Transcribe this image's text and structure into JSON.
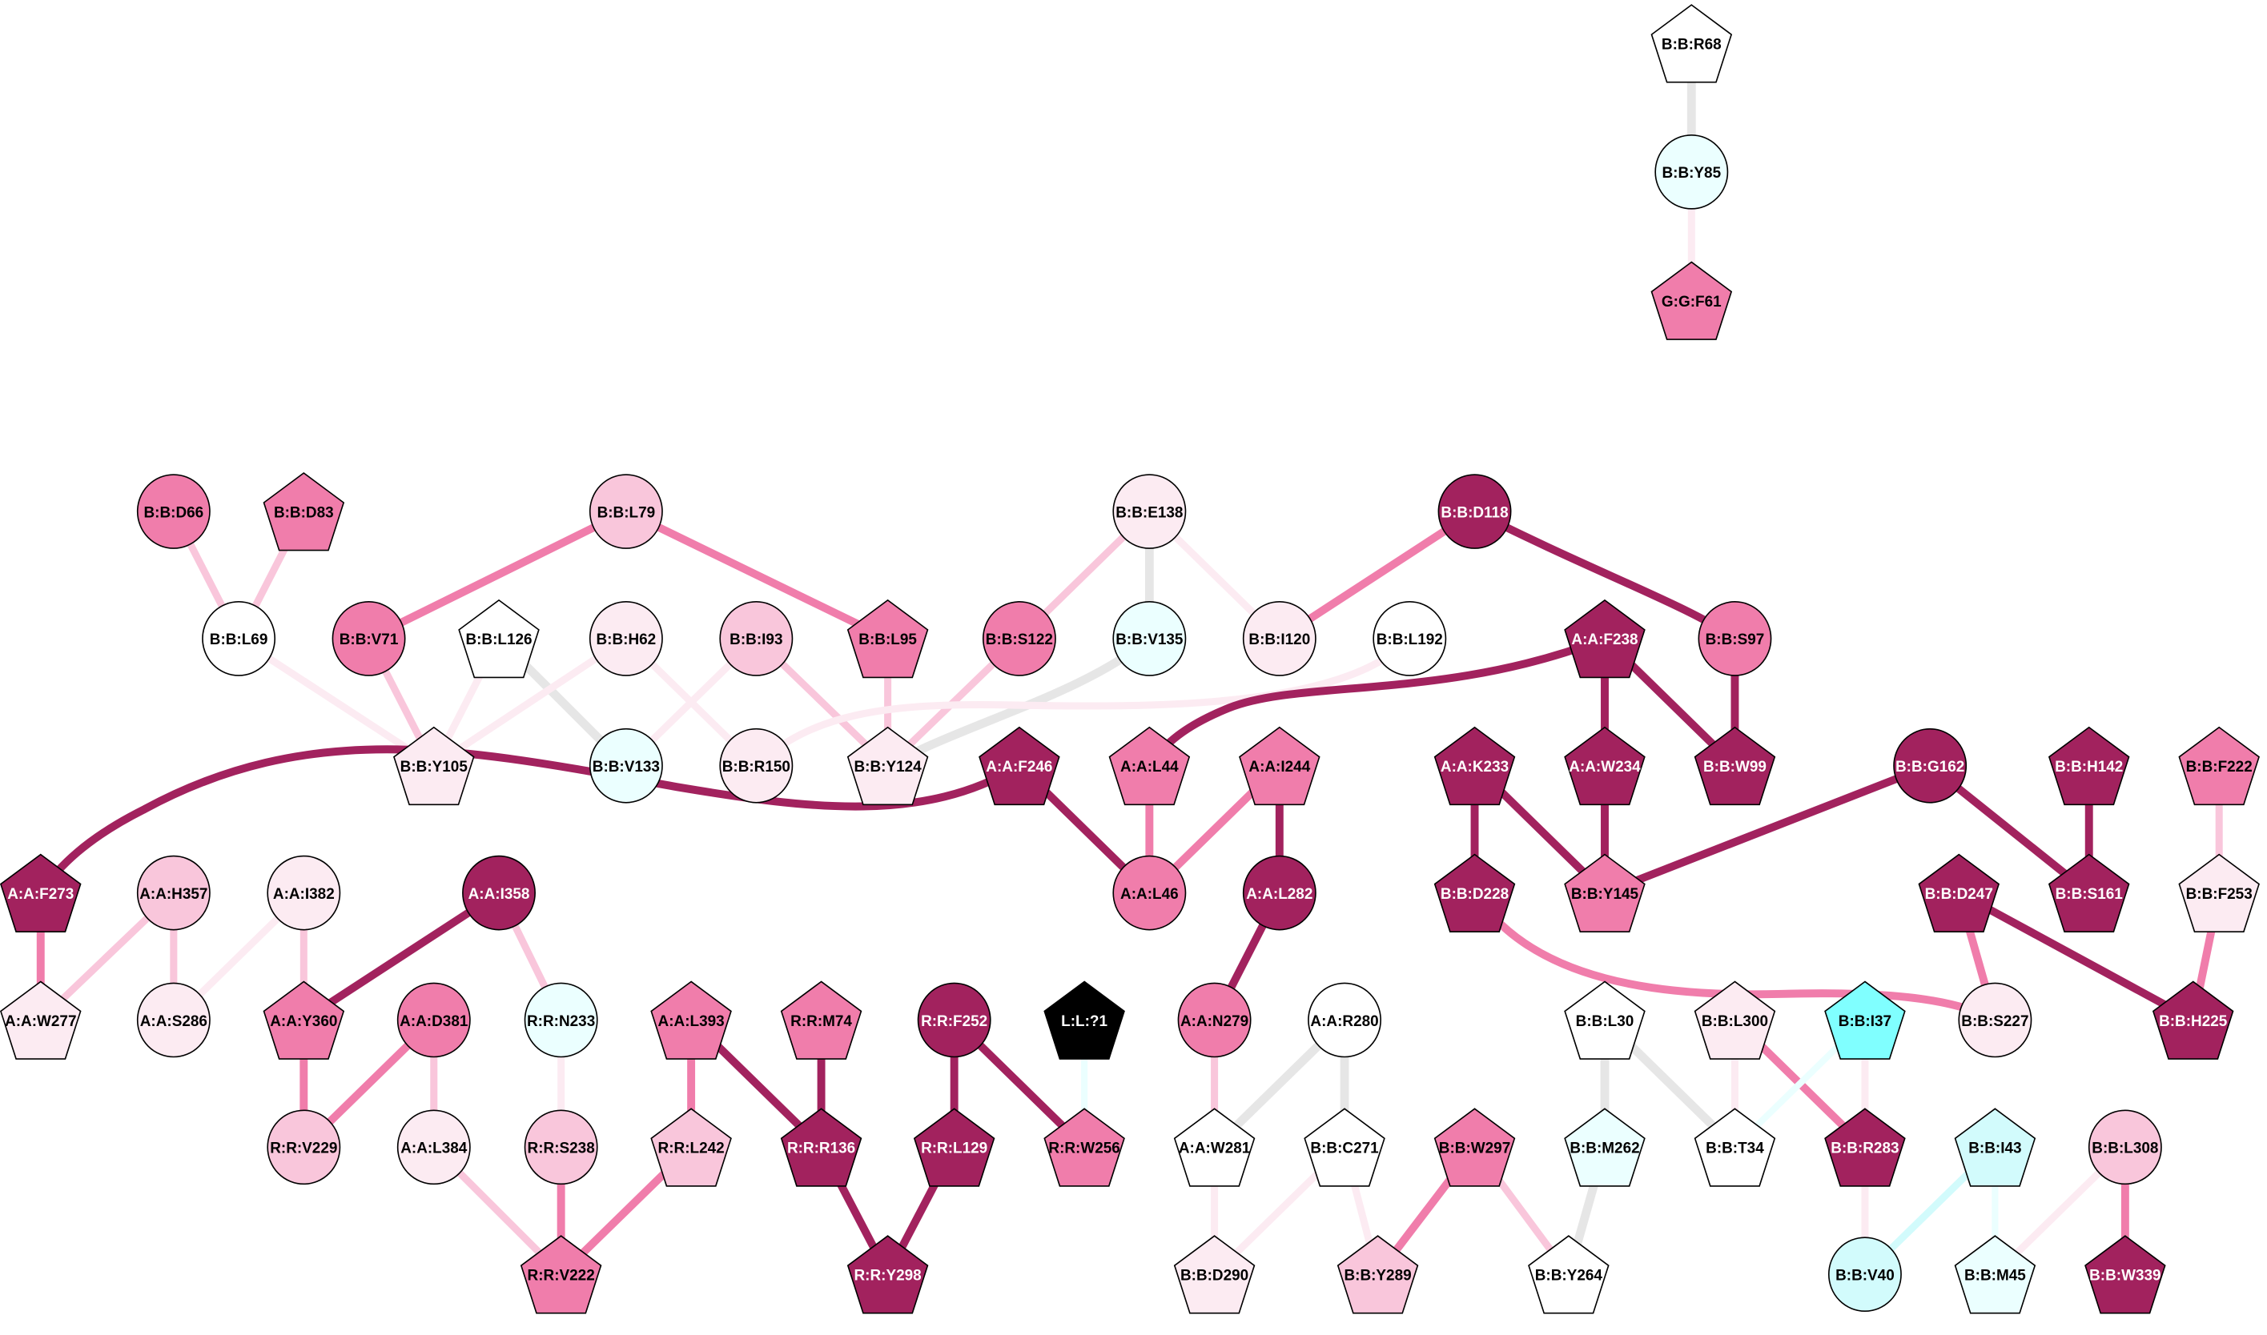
{
  "palette": {
    "dark": "#A2225E",
    "mid": "#F07DAB",
    "light": "#F9C6DB",
    "vlight": "#FCEBF2",
    "white": "#FFFFFF",
    "cyanlight": "#EBFFFF",
    "cyan2": "#D2FBFC",
    "cyan": "#80FFFF",
    "black": "#000000",
    "grey": "#E6E6E6"
  },
  "nodes": [
    {
      "id": "B:B:R68",
      "shape": "pentagon",
      "color": "white"
    },
    {
      "id": "B:B:Y85",
      "shape": "circle",
      "color": "cyanlight"
    },
    {
      "id": "G:G:F61",
      "shape": "pentagon",
      "color": "mid"
    },
    {
      "id": "B:B:D66",
      "shape": "circle",
      "color": "mid"
    },
    {
      "id": "B:B:D83",
      "shape": "pentagon",
      "color": "mid"
    },
    {
      "id": "B:B:L79",
      "shape": "circle",
      "color": "light"
    },
    {
      "id": "B:B:E138",
      "shape": "circle",
      "color": "vlight"
    },
    {
      "id": "B:B:D118",
      "shape": "circle",
      "color": "dark"
    },
    {
      "id": "B:B:L69",
      "shape": "circle",
      "color": "white"
    },
    {
      "id": "B:B:V71",
      "shape": "circle",
      "color": "mid"
    },
    {
      "id": "B:B:L126",
      "shape": "pentagon",
      "color": "white"
    },
    {
      "id": "B:B:H62",
      "shape": "circle",
      "color": "vlight"
    },
    {
      "id": "B:B:I93",
      "shape": "circle",
      "color": "light"
    },
    {
      "id": "B:B:L95",
      "shape": "pentagon",
      "color": "mid"
    },
    {
      "id": "B:B:S122",
      "shape": "circle",
      "color": "mid"
    },
    {
      "id": "B:B:V135",
      "shape": "circle",
      "color": "cyanlight"
    },
    {
      "id": "B:B:I120",
      "shape": "circle",
      "color": "vlight"
    },
    {
      "id": "B:B:L192",
      "shape": "circle",
      "color": "white"
    },
    {
      "id": "A:A:F238",
      "shape": "pentagon",
      "color": "dark"
    },
    {
      "id": "B:B:S97",
      "shape": "circle",
      "color": "mid"
    },
    {
      "id": "B:B:Y105",
      "shape": "pentagon",
      "color": "vlight"
    },
    {
      "id": "B:B:V133",
      "shape": "circle",
      "color": "cyanlight"
    },
    {
      "id": "B:B:R150",
      "shape": "circle",
      "color": "vlight"
    },
    {
      "id": "B:B:Y124",
      "shape": "pentagon",
      "color": "vlight"
    },
    {
      "id": "A:A:F246",
      "shape": "pentagon",
      "color": "dark"
    },
    {
      "id": "A:A:L44",
      "shape": "pentagon",
      "color": "mid"
    },
    {
      "id": "A:A:I244",
      "shape": "pentagon",
      "color": "mid"
    },
    {
      "id": "A:A:K233",
      "shape": "pentagon",
      "color": "dark"
    },
    {
      "id": "A:A:W234",
      "shape": "pentagon",
      "color": "dark"
    },
    {
      "id": "B:B:W99",
      "shape": "pentagon",
      "color": "dark"
    },
    {
      "id": "B:B:G162",
      "shape": "circle",
      "color": "dark"
    },
    {
      "id": "B:B:H142",
      "shape": "pentagon",
      "color": "dark"
    },
    {
      "id": "B:B:F222",
      "shape": "pentagon",
      "color": "mid"
    },
    {
      "id": "A:A:F273",
      "shape": "pentagon",
      "color": "dark"
    },
    {
      "id": "A:A:H357",
      "shape": "circle",
      "color": "light"
    },
    {
      "id": "A:A:I382",
      "shape": "circle",
      "color": "vlight"
    },
    {
      "id": "A:A:I358",
      "shape": "circle",
      "color": "dark"
    },
    {
      "id": "A:A:L46",
      "shape": "circle",
      "color": "mid"
    },
    {
      "id": "A:A:L282",
      "shape": "circle",
      "color": "dark"
    },
    {
      "id": "B:B:D228",
      "shape": "pentagon",
      "color": "dark"
    },
    {
      "id": "B:B:Y145",
      "shape": "pentagon",
      "color": "mid"
    },
    {
      "id": "B:B:D247",
      "shape": "pentagon",
      "color": "dark"
    },
    {
      "id": "B:B:S161",
      "shape": "pentagon",
      "color": "dark"
    },
    {
      "id": "B:B:F253",
      "shape": "pentagon",
      "color": "vlight"
    },
    {
      "id": "A:A:W277",
      "shape": "pentagon",
      "color": "vlight"
    },
    {
      "id": "A:A:S286",
      "shape": "circle",
      "color": "vlight"
    },
    {
      "id": "A:A:Y360",
      "shape": "pentagon",
      "color": "mid"
    },
    {
      "id": "A:A:D381",
      "shape": "circle",
      "color": "mid"
    },
    {
      "id": "R:R:N233",
      "shape": "circle",
      "color": "cyanlight"
    },
    {
      "id": "A:A:L393",
      "shape": "pentagon",
      "color": "mid"
    },
    {
      "id": "R:R:M74",
      "shape": "pentagon",
      "color": "mid"
    },
    {
      "id": "R:R:F252",
      "shape": "circle",
      "color": "dark"
    },
    {
      "id": "L:L:?1",
      "shape": "pentagon",
      "color": "black"
    },
    {
      "id": "A:A:N279",
      "shape": "circle",
      "color": "mid"
    },
    {
      "id": "A:A:R280",
      "shape": "circle",
      "color": "white"
    },
    {
      "id": "B:B:L30",
      "shape": "pentagon",
      "color": "white"
    },
    {
      "id": "B:B:L300",
      "shape": "pentagon",
      "color": "vlight"
    },
    {
      "id": "B:B:I37",
      "shape": "pentagon",
      "color": "cyan"
    },
    {
      "id": "B:B:S227",
      "shape": "circle",
      "color": "vlight"
    },
    {
      "id": "B:B:H225",
      "shape": "pentagon",
      "color": "dark"
    },
    {
      "id": "R:R:V229",
      "shape": "circle",
      "color": "light"
    },
    {
      "id": "A:A:L384",
      "shape": "circle",
      "color": "vlight"
    },
    {
      "id": "R:R:S238",
      "shape": "circle",
      "color": "light"
    },
    {
      "id": "R:R:L242",
      "shape": "pentagon",
      "color": "light"
    },
    {
      "id": "R:R:R136",
      "shape": "pentagon",
      "color": "dark"
    },
    {
      "id": "R:R:L129",
      "shape": "pentagon",
      "color": "dark"
    },
    {
      "id": "R:R:W256",
      "shape": "pentagon",
      "color": "mid"
    },
    {
      "id": "A:A:W281",
      "shape": "pentagon",
      "color": "white"
    },
    {
      "id": "B:B:C271",
      "shape": "pentagon",
      "color": "white"
    },
    {
      "id": "B:B:W297",
      "shape": "pentagon",
      "color": "mid"
    },
    {
      "id": "B:B:M262",
      "shape": "pentagon",
      "color": "cyanlight"
    },
    {
      "id": "B:B:T34",
      "shape": "pentagon",
      "color": "white"
    },
    {
      "id": "B:B:R283",
      "shape": "pentagon",
      "color": "dark"
    },
    {
      "id": "B:B:I43",
      "shape": "pentagon",
      "color": "cyan2"
    },
    {
      "id": "B:B:L308",
      "shape": "circle",
      "color": "light"
    },
    {
      "id": "R:R:V222",
      "shape": "pentagon",
      "color": "mid"
    },
    {
      "id": "R:R:Y298",
      "shape": "pentagon",
      "color": "dark"
    },
    {
      "id": "B:B:D290",
      "shape": "pentagon",
      "color": "vlight"
    },
    {
      "id": "B:B:Y289",
      "shape": "pentagon",
      "color": "light"
    },
    {
      "id": "B:B:Y264",
      "shape": "pentagon",
      "color": "white"
    },
    {
      "id": "B:B:V40",
      "shape": "circle",
      "color": "cyan2"
    },
    {
      "id": "B:B:M45",
      "shape": "pentagon",
      "color": "cyanlight"
    },
    {
      "id": "B:B:W339",
      "shape": "pentagon",
      "color": "dark"
    }
  ],
  "edges": [
    [
      "B:B:R68",
      "B:B:Y85",
      "grey"
    ],
    [
      "B:B:Y85",
      "G:G:F61",
      "vlight"
    ],
    [
      "B:B:D66",
      "B:B:L69",
      "light"
    ],
    [
      "B:B:D83",
      "B:B:L69",
      "light"
    ],
    [
      "B:B:L79",
      "B:B:V71",
      "mid"
    ],
    [
      "B:B:L79",
      "B:B:L95",
      "mid"
    ],
    [
      "B:B:E138",
      "B:B:S122",
      "light"
    ],
    [
      "B:B:E138",
      "B:B:V135",
      "grey"
    ],
    [
      "B:B:E138",
      "B:B:I120",
      "vlight"
    ],
    [
      "B:B:D118",
      "B:B:I120",
      "mid"
    ],
    [
      "B:B:D118",
      "B:B:S97",
      "dark"
    ],
    [
      "B:B:L69",
      "B:B:Y105",
      "vlight"
    ],
    [
      "B:B:V71",
      "B:B:Y105",
      "light"
    ],
    [
      "B:B:L126",
      "B:B:Y105",
      "vlight"
    ],
    [
      "B:B:L126",
      "B:B:V133",
      "grey"
    ],
    [
      "B:B:H62",
      "B:B:Y105",
      "vlight"
    ],
    [
      "B:B:H62",
      "B:B:R150",
      "vlight"
    ],
    [
      "B:B:I93",
      "B:B:V133",
      "vlight"
    ],
    [
      "B:B:I93",
      "B:B:Y124",
      "light"
    ],
    [
      "B:B:L95",
      "B:B:Y124",
      "light"
    ],
    [
      "B:B:S122",
      "B:B:Y124",
      "light"
    ],
    [
      "B:B:V135",
      "B:B:Y124",
      "grey"
    ],
    [
      "B:B:L192",
      "B:B:R150",
      "vlight"
    ],
    [
      "A:A:F238",
      "A:A:L44",
      "dark"
    ],
    [
      "A:A:F238",
      "A:A:W234",
      "dark"
    ],
    [
      "A:A:F238",
      "B:B:W99",
      "dark"
    ],
    [
      "B:B:S97",
      "B:B:W99",
      "dark"
    ],
    [
      "A:A:F246",
      "A:A:F273",
      "dark"
    ],
    [
      "A:A:F246",
      "A:A:L46",
      "dark"
    ],
    [
      "A:A:L44",
      "A:A:L46",
      "mid"
    ],
    [
      "A:A:I244",
      "A:A:L46",
      "mid"
    ],
    [
      "A:A:I244",
      "A:A:L282",
      "dark"
    ],
    [
      "A:A:K233",
      "B:B:D228",
      "dark"
    ],
    [
      "A:A:K233",
      "B:B:Y145",
      "dark"
    ],
    [
      "A:A:W234",
      "B:B:Y145",
      "dark"
    ],
    [
      "B:B:G162",
      "B:B:Y145",
      "dark"
    ],
    [
      "B:B:G162",
      "B:B:S161",
      "dark"
    ],
    [
      "B:B:H142",
      "B:B:S161",
      "dark"
    ],
    [
      "B:B:F222",
      "B:B:F253",
      "light"
    ],
    [
      "A:A:F273",
      "A:A:W277",
      "mid"
    ],
    [
      "A:A:H357",
      "A:A:W277",
      "light"
    ],
    [
      "A:A:H357",
      "A:A:S286",
      "light"
    ],
    [
      "A:A:I382",
      "A:A:S286",
      "vlight"
    ],
    [
      "A:A:I382",
      "A:A:Y360",
      "light"
    ],
    [
      "A:A:I358",
      "A:A:Y360",
      "dark"
    ],
    [
      "A:A:I358",
      "R:R:N233",
      "light"
    ],
    [
      "A:A:L282",
      "A:A:N279",
      "dark"
    ],
    [
      "B:B:D228",
      "B:B:S227",
      "mid"
    ],
    [
      "B:B:D247",
      "B:B:S227",
      "mid"
    ],
    [
      "B:B:D247",
      "B:B:H225",
      "dark"
    ],
    [
      "B:B:F253",
      "B:B:H225",
      "mid"
    ],
    [
      "A:A:Y360",
      "R:R:V229",
      "mid"
    ],
    [
      "A:A:D381",
      "R:R:V229",
      "mid"
    ],
    [
      "A:A:D381",
      "A:A:L384",
      "light"
    ],
    [
      "R:R:N233",
      "R:R:S238",
      "vlight"
    ],
    [
      "A:A:L393",
      "R:R:L242",
      "mid"
    ],
    [
      "A:A:L393",
      "R:R:R136",
      "dark"
    ],
    [
      "R:R:M74",
      "R:R:R136",
      "dark"
    ],
    [
      "R:R:F252",
      "R:R:L129",
      "dark"
    ],
    [
      "R:R:F252",
      "R:R:W256",
      "dark"
    ],
    [
      "L:L:?1",
      "R:R:W256",
      "cyanlight"
    ],
    [
      "A:A:N279",
      "A:A:W281",
      "light"
    ],
    [
      "A:A:R280",
      "A:A:W281",
      "grey"
    ],
    [
      "A:A:R280",
      "B:B:C271",
      "grey"
    ],
    [
      "B:B:L30",
      "B:B:M262",
      "grey"
    ],
    [
      "B:B:L30",
      "B:B:T34",
      "grey"
    ],
    [
      "B:B:L300",
      "B:B:T34",
      "vlight"
    ],
    [
      "B:B:L300",
      "B:B:R283",
      "mid"
    ],
    [
      "B:B:I37",
      "B:B:T34",
      "cyanlight"
    ],
    [
      "B:B:I37",
      "B:B:R283",
      "vlight"
    ],
    [
      "A:A:L384",
      "R:R:V222",
      "light"
    ],
    [
      "R:R:S238",
      "R:R:V222",
      "mid"
    ],
    [
      "R:R:L242",
      "R:R:V222",
      "mid"
    ],
    [
      "R:R:R136",
      "R:R:Y298",
      "dark"
    ],
    [
      "R:R:L129",
      "R:R:Y298",
      "dark"
    ],
    [
      "A:A:W281",
      "B:B:D290",
      "vlight"
    ],
    [
      "B:B:C271",
      "B:B:D290",
      "vlight"
    ],
    [
      "B:B:C271",
      "B:B:Y289",
      "vlight"
    ],
    [
      "B:B:W297",
      "B:B:Y289",
      "mid"
    ],
    [
      "B:B:W297",
      "B:B:Y264",
      "light"
    ],
    [
      "B:B:M262",
      "B:B:Y264",
      "grey"
    ],
    [
      "B:B:R283",
      "B:B:V40",
      "vlight"
    ],
    [
      "B:B:I43",
      "B:B:V40",
      "cyan2"
    ],
    [
      "B:B:I43",
      "B:B:M45",
      "cyanlight"
    ],
    [
      "B:B:L308",
      "B:B:M45",
      "vlight"
    ],
    [
      "B:B:L308",
      "B:B:W339",
      "mid"
    ]
  ]
}
